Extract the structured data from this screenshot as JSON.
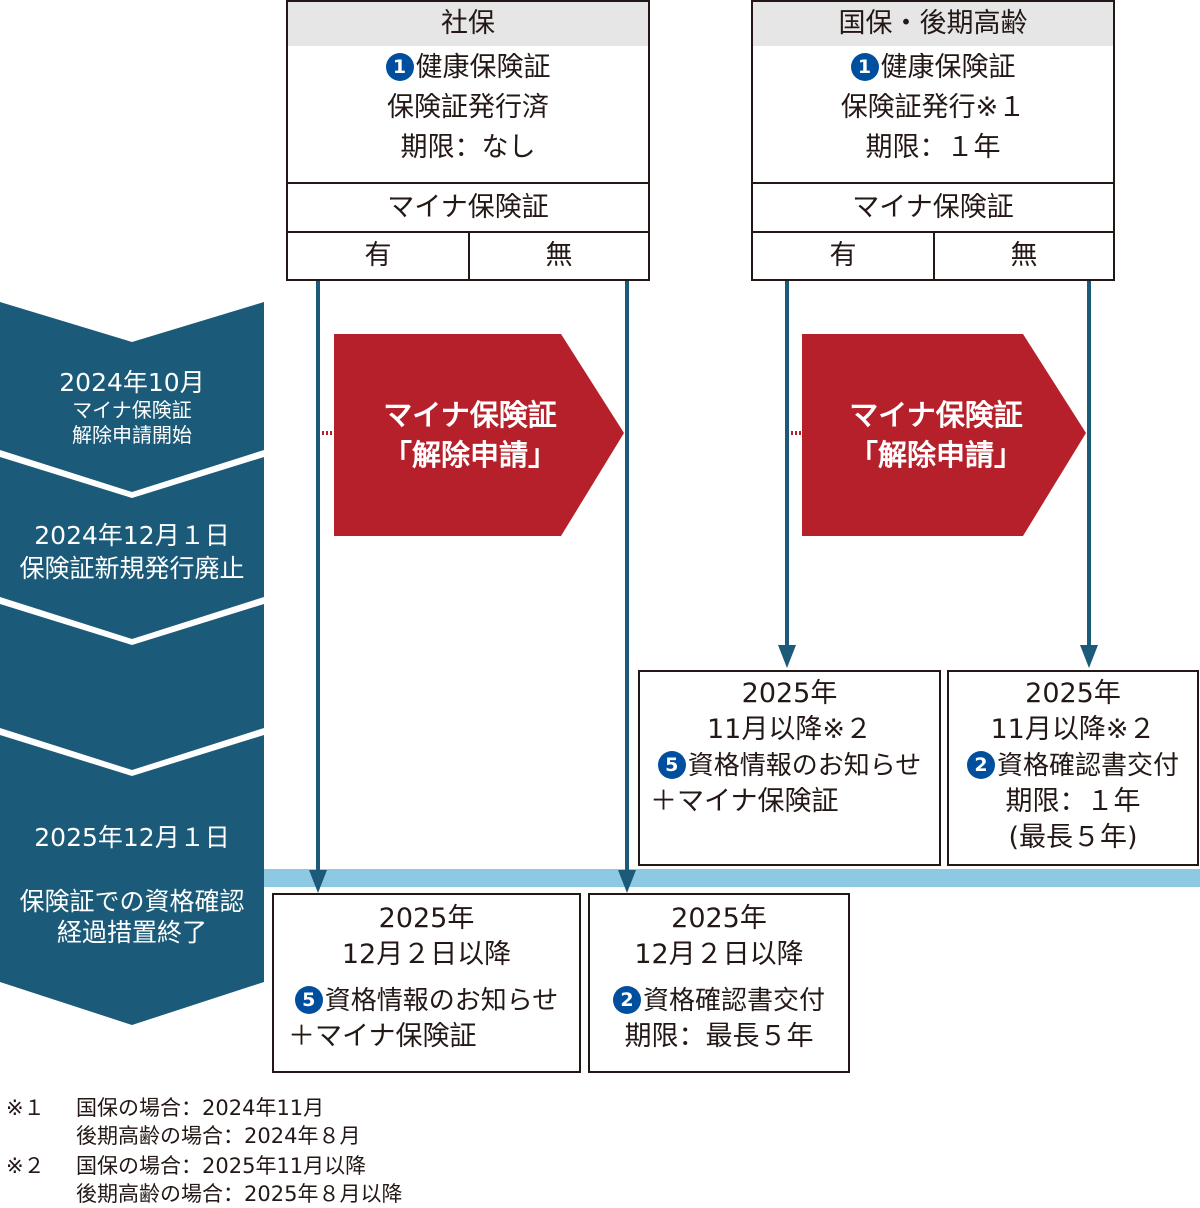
{
  "columns": {
    "shaho": {
      "title": "社保",
      "badge": "1",
      "card": "健康保険証",
      "issue": "保険証発行済",
      "term": "期限：なし",
      "mynacard": "マイナ保険証",
      "yes": "有",
      "no": "無"
    },
    "kokuho": {
      "title": "国保・後期高齢",
      "badge": "1",
      "card": "健康保険証",
      "issue": "保険証発行※１",
      "term": "期限：１年",
      "mynacard": "マイナ保険証",
      "yes": "有",
      "no": "無"
    }
  },
  "timeline": {
    "oct2024_date": "2024年10月",
    "oct2024_l1": "マイナ保険証",
    "oct2024_l2": "解除申請開始",
    "dec2024_date": "2024年12月１日",
    "dec2024_desc": "保険証新規発行廃止",
    "dec2025_date": "2025年12月１日",
    "dec2025_l1": "保険証での資格確認",
    "dec2025_l2": "経過措置終了"
  },
  "release": {
    "l1": "マイナ保険証",
    "l2": "「解除申請」"
  },
  "outcomes": {
    "kokuho_yes": {
      "year": "2025年",
      "when": "11月以降※２",
      "badge": "5",
      "item": "資格情報のお知らせ",
      "extra": "＋マイナ保険証"
    },
    "kokuho_no": {
      "year": "2025年",
      "when": "11月以降※２",
      "badge": "2",
      "item": "資格確認書交付",
      "term": "期限：１年",
      "max": "(最長５年)"
    },
    "shaho_yes": {
      "year": "2025年",
      "when": "12月２日以降",
      "badge": "5",
      "item": "資格情報のお知らせ",
      "extra": "＋マイナ保険証"
    },
    "shaho_no": {
      "year": "2025年",
      "when": "12月２日以降",
      "badge": "2",
      "item": "資格確認書交付",
      "term": "期限：最長５年"
    }
  },
  "footnotes": {
    "n1_mark": "※１",
    "n1_a": "国保の場合：2024年11月",
    "n1_b": "後期高齢の場合：2024年８月",
    "n2_mark": "※２",
    "n2_a": "国保の場合：2025年11月以降",
    "n2_b": "後期高齢の場合：2025年８月以降"
  },
  "colors": {
    "timeline": "#1b5a78",
    "arrow_line": "#1b5a78",
    "release": "#b6202a",
    "cutoff_band": "#8ec9e3",
    "badge": "#004f9f",
    "header_fill": "#e6e6e6"
  }
}
